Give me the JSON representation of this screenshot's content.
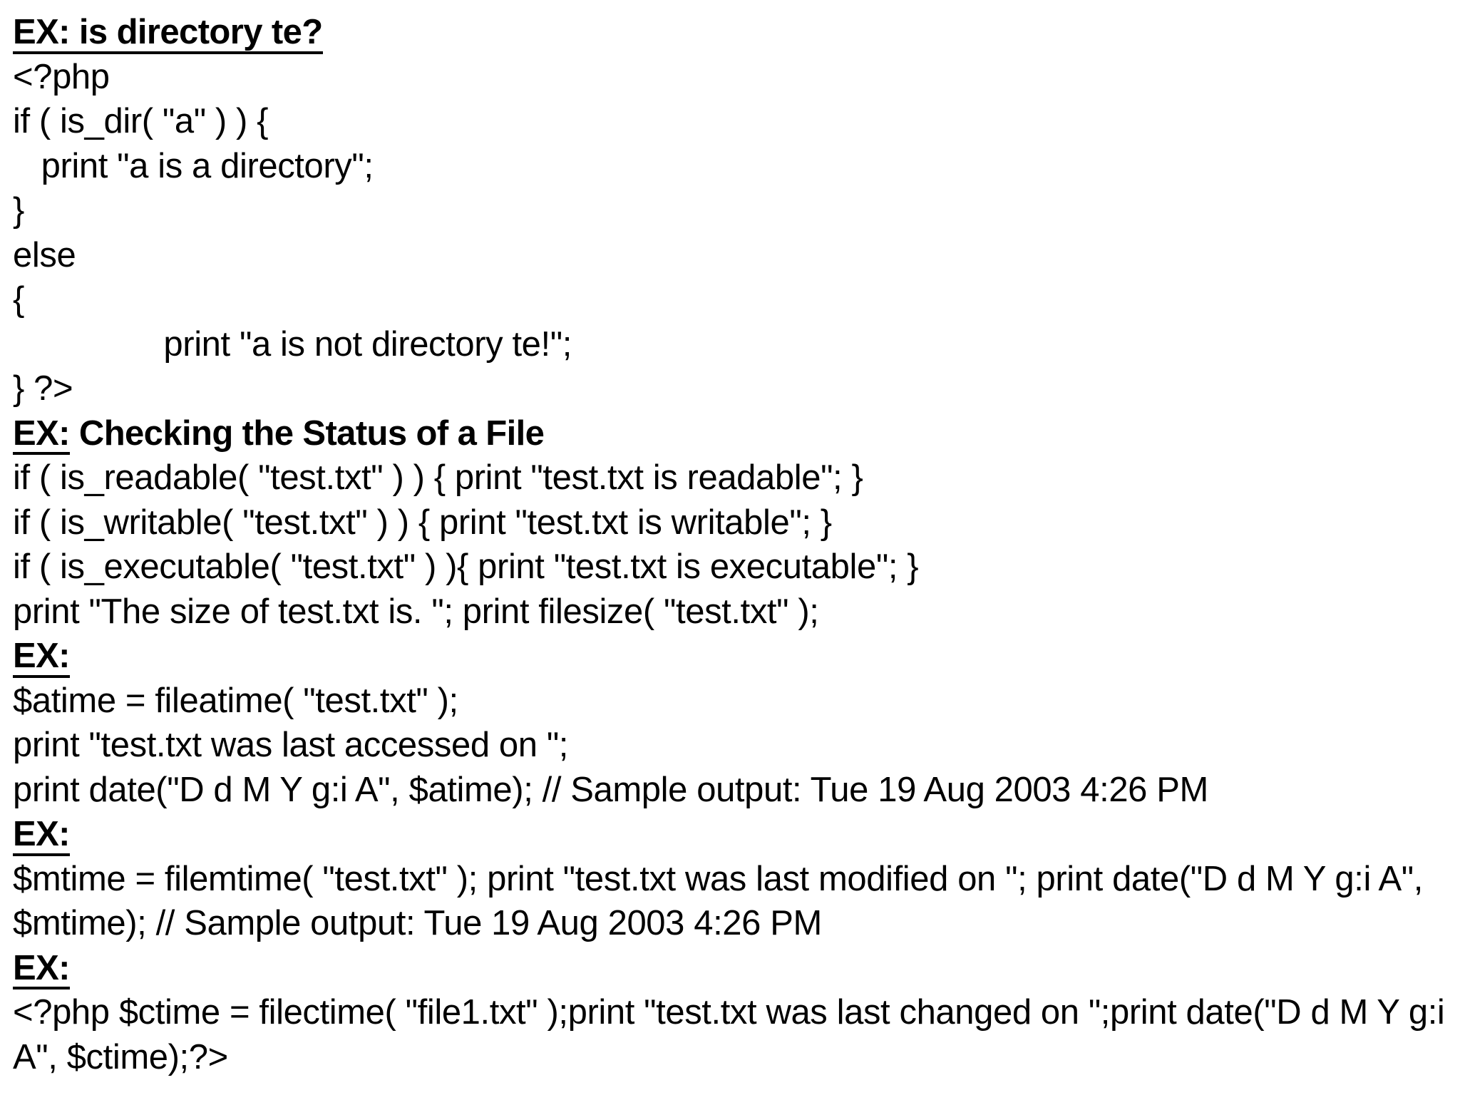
{
  "document": {
    "type": "php-tutorial-slide",
    "background_color": "#ffffff",
    "text_color": "#000000"
  },
  "blocks": [
    {
      "id": "heading-is-directory",
      "kind": "heading",
      "underline_scope": "full",
      "underlined_text": "EX: is directory te?",
      "trailing_text": ""
    },
    {
      "id": "code-1",
      "kind": "code",
      "text": "<?php"
    },
    {
      "id": "code-2",
      "kind": "code",
      "text": "if ( is_dir( \"a\" ) ) {"
    },
    {
      "id": "code-3",
      "kind": "code",
      "text": "   print \"a is a directory\";"
    },
    {
      "id": "code-4",
      "kind": "code",
      "text": "}"
    },
    {
      "id": "code-5",
      "kind": "code",
      "text": "else"
    },
    {
      "id": "code-6",
      "kind": "code",
      "text": "{"
    },
    {
      "id": "code-7",
      "kind": "code",
      "text": "                print \"a is not directory te!\";"
    },
    {
      "id": "code-8",
      "kind": "code",
      "text": "} ?>"
    },
    {
      "id": "heading-checking-status",
      "kind": "heading",
      "underline_scope": "prefix",
      "underlined_text": "EX:",
      "trailing_text": " Checking the Status of a File"
    },
    {
      "id": "code-9",
      "kind": "code",
      "text": "if ( is_readable( \"test.txt\" ) ) { print \"test.txt is readable\"; }"
    },
    {
      "id": "code-10",
      "kind": "code",
      "text": "if ( is_writable( \"test.txt\" ) ) { print \"test.txt is writable\"; }"
    },
    {
      "id": "code-11",
      "kind": "code",
      "text": "if ( is_executable( \"test.txt\" ) ){ print \"test.txt is executable\"; }"
    },
    {
      "id": "code-12",
      "kind": "code",
      "text": "print \"The size of test.txt is. \"; print filesize( \"test.txt\" );"
    },
    {
      "id": "heading-ex-atime",
      "kind": "heading",
      "underline_scope": "prefix",
      "underlined_text": "EX:",
      "trailing_text": ""
    },
    {
      "id": "code-13",
      "kind": "code",
      "text": "$atime = fileatime( \"test.txt\" );"
    },
    {
      "id": "code-14",
      "kind": "code",
      "text": "print \"test.txt was last accessed on \";"
    },
    {
      "id": "code-15",
      "kind": "code",
      "text": "print date(\"D d M Y g:i A\", $atime); // Sample output: Tue 19 Aug 2003 4:26 PM"
    },
    {
      "id": "heading-ex-mtime",
      "kind": "heading",
      "underline_scope": "prefix",
      "underlined_text": "EX:",
      "trailing_text": ""
    },
    {
      "id": "code-16",
      "kind": "code-wrapped",
      "text": "$mtime = filemtime( \"test.txt\" ); print \"test.txt was last modified on \"; print date(\"D d M Y g:i A\", $mtime); // Sample output: Tue 19 Aug 2003 4:26 PM"
    },
    {
      "id": "heading-ex-ctime",
      "kind": "heading",
      "underline_scope": "prefix",
      "underlined_text": "EX:",
      "trailing_text": ""
    },
    {
      "id": "code-17",
      "kind": "code-wrapped",
      "text": "<?php $ctime = filectime( \"file1.txt\" );print \"test.txt was last changed on \";print date(\"D d M Y g:i A\", $ctime);?>"
    }
  ]
}
